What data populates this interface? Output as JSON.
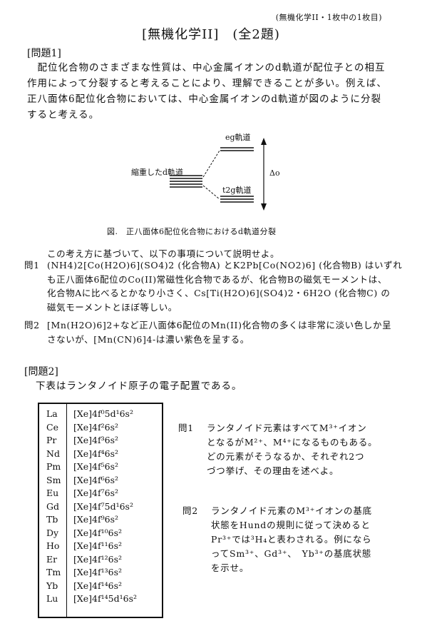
{
  "header": {
    "note": "(無機化学II・1枚中の1枚目)",
    "title": "[無機化学II]　(全2題)"
  },
  "q1": {
    "heading": "[問題1]",
    "intro_lines": [
      "　配位化合物のさまざまな性質は、中心金属イオンのd軌道が配位子との相互",
      "作用によって分裂すると考えることにより、理解できることが多い。例えば、",
      "正八面体6配位化合物においては、中心金属イオンのd軌道が図のように分裂",
      "すると考える。"
    ],
    "figure": {
      "label_degenerate": "縮重したd軌道",
      "label_eg": "eg軌道",
      "label_t2g": "t2g軌道",
      "label_delta": "Δo",
      "caption": "図.　正八面体6配位化合物におけるd軌道分裂"
    },
    "lead": "この考え方に基づいて、以下の事項について説明せよ。",
    "sub1_num": "問1",
    "sub1_lines": [
      "(NH4)2[Co(H2O)6](SO4)2 (化合物A) とK2Pb[Co(NO2)6] (化合物B) はいずれ",
      "も正八面体6配位のCo(II)常磁性化合物であるが、化合物Bの磁気モーメントは、",
      "化合物Aに比べるとかなり小さく、Cs[Ti(H2O)6](SO4)2・6H2O (化合物C) の",
      "磁気モーメントとほぼ等しい。"
    ],
    "sub2_num": "問2",
    "sub2_lines": [
      "[Mn(H2O)6]2+など正八面体6配位のMn(II)化合物の多くは非常に淡い色しか呈",
      "さないが、[Mn(CN)6]4-は濃い紫色を呈する。"
    ]
  },
  "q2": {
    "heading": "[問題2]",
    "intro": "下表はランタノイド原子の電子配置である。",
    "table": [
      {
        "el": "La",
        "cfg": "[Xe]4f⁰5d¹6s²"
      },
      {
        "el": "Ce",
        "cfg": "[Xe]4f²6s²"
      },
      {
        "el": "Pr",
        "cfg": "[Xe]4f³6s²"
      },
      {
        "el": "Nd",
        "cfg": "[Xe]4f⁴6s²"
      },
      {
        "el": "Pm",
        "cfg": "[Xe]4f⁵6s²"
      },
      {
        "el": "Sm",
        "cfg": "[Xe]4f⁶6s²"
      },
      {
        "el": "Eu",
        "cfg": "[Xe]4f⁷6s²"
      },
      {
        "el": "Gd",
        "cfg": "[Xe]4f⁷5d¹6s²"
      },
      {
        "el": "Tb",
        "cfg": "[Xe]4f⁹6s²"
      },
      {
        "el": "Dy",
        "cfg": "[Xe]4f¹⁰6s²"
      },
      {
        "el": "Ho",
        "cfg": "[Xe]4f¹¹6s²"
      },
      {
        "el": "Er",
        "cfg": "[Xe]4f¹²6s²"
      },
      {
        "el": "Tm",
        "cfg": "[Xe]4f¹³6s²"
      },
      {
        "el": "Yb",
        "cfg": "[Xe]4f¹⁴6s²"
      },
      {
        "el": "Lu",
        "cfg": "[Xe]4f¹⁴5d¹6s²"
      }
    ],
    "sub1_num": "問1",
    "sub1_lines": [
      "ランタノイド元素はすべてM³⁺イオン",
      "となるがM²⁺、M⁴⁺になるものもある。",
      "どの元素がそうなるか、それぞれ2つ",
      "づつ挙げ、その理由を述べよ。"
    ],
    "sub2_num": "問2",
    "sub2_lines": [
      "ランタノイド元素のM³⁺イオンの基底",
      "状態をHundの規則に従って決めると",
      "Pr³⁺では³H₄と表わされる。例になら",
      "ってSm³⁺、Gd³⁺、　Yb³⁺の基底状態",
      "を示せ。"
    ]
  }
}
